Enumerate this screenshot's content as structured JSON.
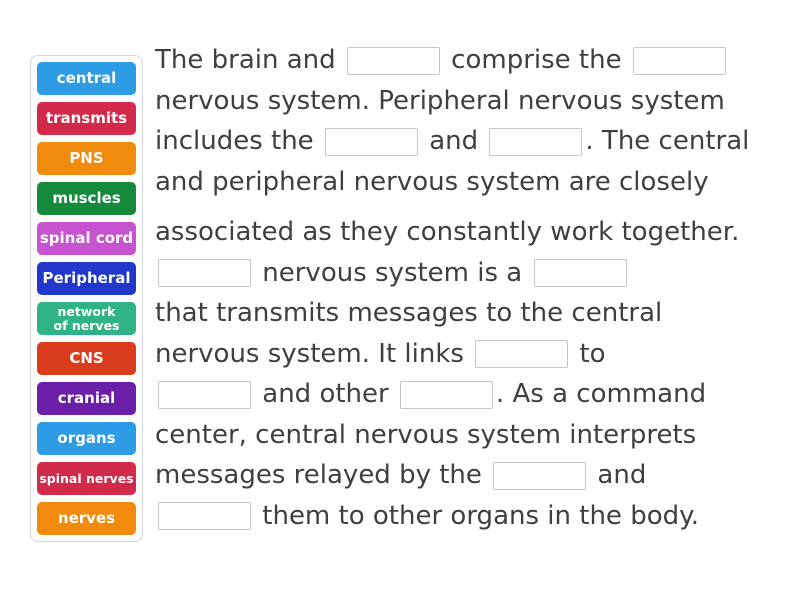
{
  "theme": {
    "page_background": "#ffffff",
    "passage_text_color": "#3f3f3f",
    "blank_border_color": "#c6c6c6",
    "word_bank_border_color": "#d2d8de",
    "tile_text_color": "#ffffff"
  },
  "word_bank": {
    "tiles": [
      {
        "label": "central",
        "color": "#2e9ce4"
      },
      {
        "label": "transmits",
        "color": "#d22a4a"
      },
      {
        "label": "PNS",
        "color": "#f08b0d"
      },
      {
        "label": "muscles",
        "color": "#15893c"
      },
      {
        "label": "spinal cord",
        "color": "#c653cf"
      },
      {
        "label": "Peripheral",
        "color": "#2238ca"
      },
      {
        "label": "network of nerves",
        "color": "#2fb286",
        "size": "small",
        "display_lines": [
          "network",
          "of nerves"
        ]
      },
      {
        "label": "CNS",
        "color": "#da3d1d"
      },
      {
        "label": "cranial",
        "color": "#6b1fa9"
      },
      {
        "label": "organs",
        "color": "#2e9ce4"
      },
      {
        "label": "spinal nerves",
        "color": "#d22a4a",
        "size": "small"
      },
      {
        "label": "nerves",
        "color": "#f08b0d"
      }
    ]
  },
  "passage": {
    "blank_width": 93,
    "lines": [
      {
        "segments": [
          {
            "text": "The brain and "
          },
          {
            "blank": true
          },
          {
            "text": " comprise the "
          },
          {
            "blank": true
          }
        ]
      },
      {
        "segments": [
          {
            "text": "nervous system. Peripheral nervous system"
          }
        ]
      },
      {
        "segments": [
          {
            "text": "includes the "
          },
          {
            "blank": true
          },
          {
            "text": " and "
          },
          {
            "blank": true
          },
          {
            "text": ". The central"
          }
        ]
      },
      {
        "segments": [
          {
            "text": "and peripheral nervous system are closely"
          }
        ]
      },
      {
        "gap_before": true,
        "segments": [
          {
            "text": "associated as they constantly work together."
          }
        ]
      },
      {
        "segments": [
          {
            "blank": true
          },
          {
            "text": " nervous system is a "
          },
          {
            "blank": true
          }
        ]
      },
      {
        "segments": [
          {
            "text": "that transmits messages to the central"
          }
        ]
      },
      {
        "segments": [
          {
            "text": "nervous system. It links "
          },
          {
            "blank": true
          },
          {
            "text": " to"
          }
        ]
      },
      {
        "segments": [
          {
            "blank": true
          },
          {
            "text": " and other "
          },
          {
            "blank": true
          },
          {
            "text": ". As a command"
          }
        ]
      },
      {
        "segments": [
          {
            "text": "center, central nervous system interprets"
          }
        ]
      },
      {
        "segments": [
          {
            "text": "messages relayed by the "
          },
          {
            "blank": true
          },
          {
            "text": " and"
          }
        ]
      },
      {
        "segments": [
          {
            "blank": true
          },
          {
            "text": " them to other organs in the body."
          }
        ]
      }
    ]
  }
}
